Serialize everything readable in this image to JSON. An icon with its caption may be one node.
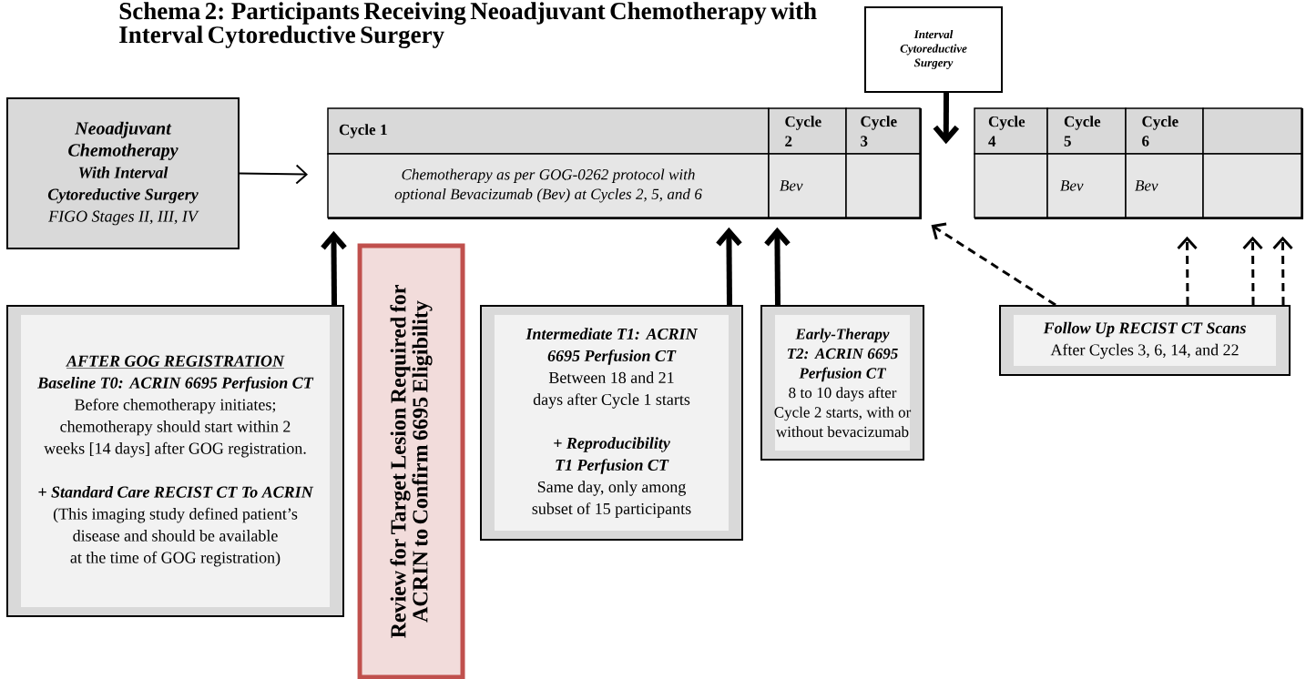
{
  "diagram": {
    "title": "Schema 2: Participants Receiving Neoadjuvant Chemotherapy with Interval Cytoreductive Surgery",
    "nodes": [
      {
        "text": [
          "Interval Cytoreductive Surgery"
        ]
      },
      {
        "text": [
          "Neoadjuvant Chemotherapy",
          "With Interval Cytoreductive Surgery",
          "FIGO Stages II, III, IV"
        ]
      },
      {
        "text": [],
        "shape": "box"
      },
      {
        "text": [
          "Cycle 1"
        ],
        "in": 2
      },
      {
        "text": [
          "Cycle 2"
        ],
        "in": 2
      },
      {
        "text": [
          "Cycle 3"
        ],
        "in": 2
      },
      {
        "text": [
          "Chemotherapy as per GOG-0262 protocol with optional Bevacizumab (Bev) at Cycles 2, 5, and 6"
        ],
        "in": 2
      },
      {
        "text": [
          "Bev"
        ],
        "in": 2
      },
      {
        "text": [],
        "shape": "box",
        "in": 2
      },
      {
        "text": [],
        "shape": "box"
      },
      {
        "text": [
          "Cycle 4"
        ],
        "in": 9
      },
      {
        "text": [
          "Cycle 5"
        ],
        "in": 9
      },
      {
        "text": [
          "Cycle 6"
        ],
        "in": 9
      },
      {
        "text": [],
        "shape": "box",
        "in": 9
      },
      {
        "text": [],
        "shape": "box",
        "in": 9
      },
      {
        "text": [
          "Bev"
        ],
        "in": 9
      },
      {
        "text": [
          "Bev"
        ],
        "in": 9
      },
      {
        "text": [],
        "shape": "box",
        "in": 9
      },
      {
        "text": [
          "AFTER GOG REGISTRATION",
          "Baseline T0: ACRIN 6695 Perfusion CT",
          "Before chemotherapy initiates; chemotherapy should start within 2 weeks [14 days] after GOG registration.",
          "+ Standard Care RECIST CT To ACRIN",
          "(This imaging study defined patient’s disease and should be available at the time of GOG registration)"
        ]
      },
      {
        "text": [
          "Review for Target Lesion Required for ACRIN to Confirm 6695 Eligibility"
        ]
      },
      {
        "text": [
          "Intermediate T1: ACRIN 6695 Perfusion CT",
          "Between 18 and 21 days after Cycle 1 starts",
          "+ Reproducibility T1 Perfusion CT",
          "Same day, only among subset of 15 participants"
        ]
      },
      {
        "text": [
          "Early-Therapy T2: ACRIN 6695 Perfusion CT",
          "8 to 10 days after Cycle 2 starts, with or without bevacizumab"
        ]
      },
      {
        "text": [
          "Follow Up RECIST CT Scans",
          "After Cycles 3, 6, 14, and 22"
        ]
      }
    ],
    "edges": [
      {
        "from": 1,
        "to": 2,
        "arrow": "to"
      },
      {
        "from": 0,
        "to": 5,
        "arrow": "to",
        "style": "thick"
      },
      {
        "from": 18,
        "to": 6,
        "arrow": "to",
        "style": "thick"
      },
      {
        "from": 20,
        "to": 6,
        "arrow": "to",
        "style": "thick"
      },
      {
        "from": 21,
        "to": 7,
        "arrow": "to",
        "style": "thick"
      },
      {
        "from": 22,
        "to": 8,
        "arrow": "to",
        "style": "dashed"
      },
      {
        "from": 22,
        "to": 16,
        "arrow": "to",
        "style": "dashed"
      },
      {
        "from": 22,
        "to": 17,
        "arrow": "to",
        "style": "dashed"
      },
      {
        "from": 22,
        "to": 17,
        "arrow": "to",
        "style": "dashed"
      }
    ]
  }
}
